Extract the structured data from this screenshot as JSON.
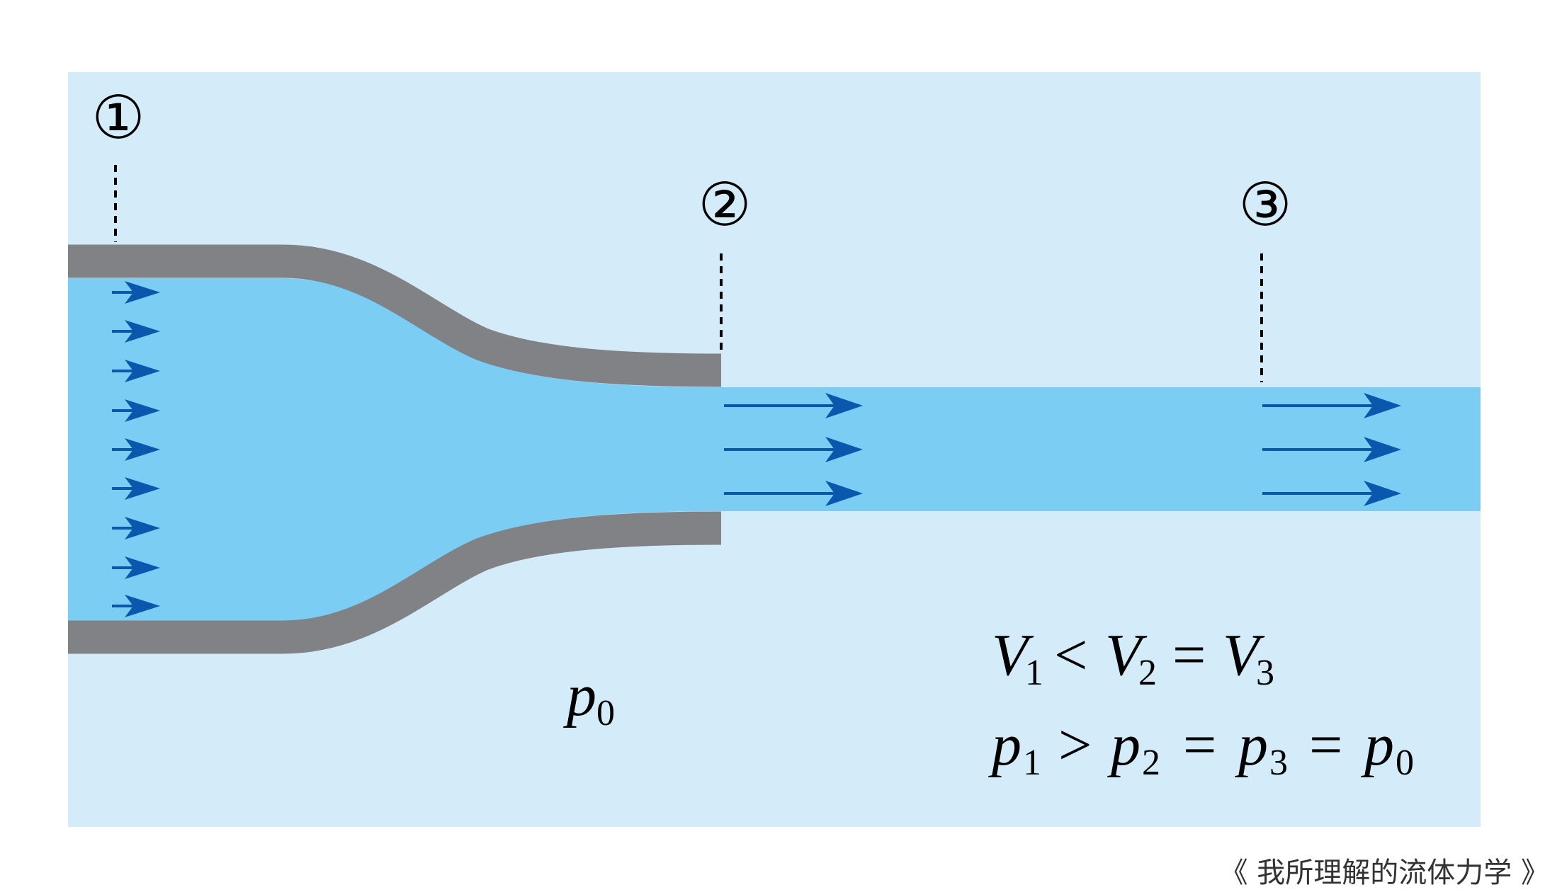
{
  "labels": {
    "section_1": "①",
    "section_2": "②",
    "section_3": "③",
    "ambient_pressure": {
      "symbol": "p",
      "sub": "0"
    }
  },
  "equations": {
    "velocity": [
      {
        "symbol": "V",
        "sub": "1"
      },
      {
        "op": "<"
      },
      {
        "symbol": "V",
        "sub": "2"
      },
      {
        "op": "="
      },
      {
        "symbol": "V",
        "sub": "3"
      }
    ],
    "pressure": [
      {
        "symbol": "p",
        "sub": "1"
      },
      {
        "op": ">"
      },
      {
        "symbol": "p",
        "sub": "2"
      },
      {
        "op": "="
      },
      {
        "symbol": "p",
        "sub": "3"
      },
      {
        "op": "="
      },
      {
        "symbol": "p",
        "sub": "0"
      }
    ]
  },
  "footer": "《 我所理解的流体力学 》",
  "colors": {
    "background": "#d4ecf9",
    "fluid": "#7ccdf3",
    "wall": "#808285",
    "arrow": "#0a58ad",
    "leader_line": "#000000"
  }
}
